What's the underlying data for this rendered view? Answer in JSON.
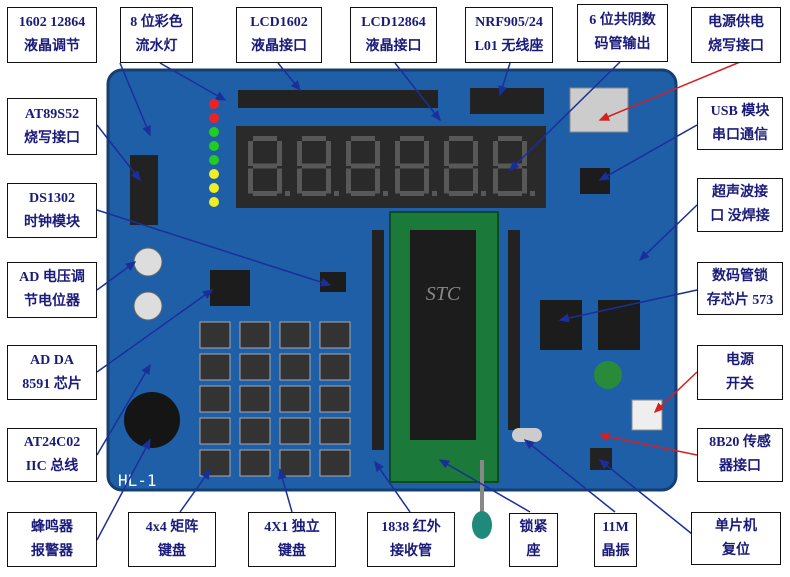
{
  "labels": {
    "top": [
      {
        "l1": "1602 12864",
        "l2": "液晶调节"
      },
      {
        "l1": "8 位彩色",
        "l2": "流水灯"
      },
      {
        "l1": "LCD1602",
        "l2": "液晶接口"
      },
      {
        "l1": "LCD12864",
        "l2": "液晶接口"
      },
      {
        "l1": "NRF905/24",
        "l2": "L01 无线座"
      },
      {
        "l1": "6 位共阴数",
        "l2": "码管输出"
      },
      {
        "l1": "电源供电",
        "l2": "烧写接口"
      }
    ],
    "left": [
      {
        "l1": "AT89S52",
        "l2": "烧写接口"
      },
      {
        "l1": "DS1302",
        "l2": "时钟模块"
      },
      {
        "l1": "AD 电压调",
        "l2": "节电位器"
      },
      {
        "l1": "AD DA",
        "l2": "8591 芯片"
      },
      {
        "l1": "AT24C02",
        "l2": "IIC 总线"
      },
      {
        "l1": "蜂鸣器",
        "l2": "报警器"
      }
    ],
    "right": [
      {
        "l1": "USB 模块",
        "l2": "串口通信"
      },
      {
        "l1": "超声波接",
        "l2": "口 没焊接"
      },
      {
        "l1": "数码管锁",
        "l2": "存芯片 573"
      },
      {
        "l1": "电源",
        "l2": "开关"
      },
      {
        "l1": "8B20 传感",
        "l2": "器接口"
      },
      {
        "l1": "单片机",
        "l2": "复位"
      }
    ],
    "bottom": [
      {
        "l1": "4x4 矩阵",
        "l2": "键盘"
      },
      {
        "l1": "4X1 独立",
        "l2": "键盘"
      },
      {
        "l1": "1838 红外",
        "l2": "接收管"
      },
      {
        "l1": "锁紧",
        "l2": "座"
      },
      {
        "l1": "11M",
        "l2": "晶振"
      }
    ]
  },
  "board": {
    "model": "HL-1",
    "chip_brand": "STC",
    "seven_seg_digits": 6
  },
  "colors": {
    "board": "#1f5fa8",
    "label_text": "#1a1a7a",
    "arrow_blue": "#1a2f9a",
    "arrow_red": "#d42020"
  }
}
